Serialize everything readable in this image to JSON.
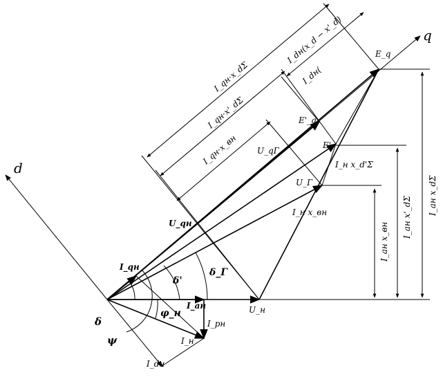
{
  "diagram": {
    "axes": {
      "q": "q",
      "d": "d"
    },
    "phasors": {
      "Eq": "E_q",
      "Eq_prime": "E'_q",
      "E_prime": "E'",
      "UqG": "U_qГ",
      "UG": "U_Г",
      "Uqn": "U_qн",
      "Un": "U_н",
      "In": "I_н",
      "Iqn": "I_qн",
      "Ian": "I_ан",
      "Ipn": "I_рн",
      "Idn": "I_dн"
    },
    "angles": {
      "delta": "δ",
      "delta_prime": "δ'",
      "delta_G": "δ_Г",
      "phi_n": "φ_н",
      "psi": "ψ"
    },
    "drops": {
      "Ixdn": "I_н x_d'Σ",
      "Ixvn": "I_н x_вн",
      "Iaxvn": "I_ан x_вн",
      "Iaxd_prime": "I_ан x'_dΣ",
      "Iaxd": "I_ан x_dΣ"
    },
    "dimensions": {
      "IqXd": "I_qн·x_dΣ",
      "IqXdp": "I_qн·x'_dΣ",
      "IqXvn": "I_qн·x_вн",
      "IdDiff": "I_dн(x_d − x'_d)",
      "IdPartial": "I_dн("
    }
  }
}
